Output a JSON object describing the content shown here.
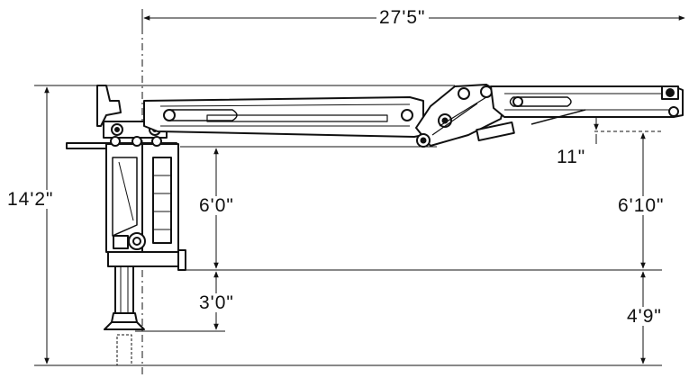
{
  "diagram": {
    "subject": "crane-boom-side-elevation",
    "line_color": "#111111",
    "background": "#ffffff"
  },
  "dimensions": {
    "overall_reach": "27'5\"",
    "total_height": "14'2\"",
    "boom_offset": "11\"",
    "column_height": "6'0\"",
    "boom_tip_height": "6'10\"",
    "base_to_mount": "3'0\"",
    "mount_height": "4'9\""
  }
}
